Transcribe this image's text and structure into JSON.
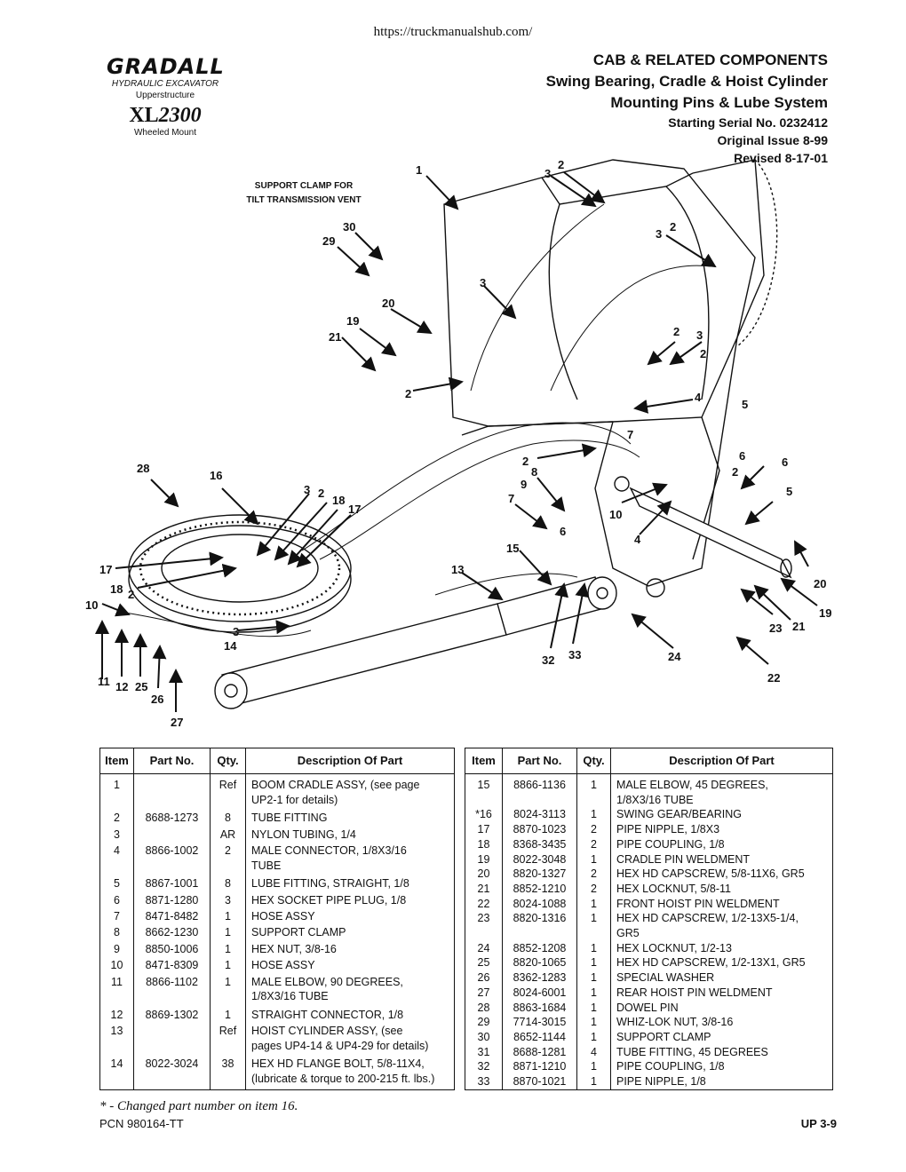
{
  "source_url": "https://truckmanualshub.com/",
  "brand": {
    "logo": "GRADALL",
    "type": "HYDRAULIC EXCAVATOR",
    "section": "Upperstructure",
    "model_prefix": "XL",
    "model_number": "2300",
    "mount": "Wheeled Mount"
  },
  "title": {
    "line1": "CAB & RELATED COMPONENTS",
    "line2": "Swing Bearing, Cradle & Hoist Cylinder",
    "line3": "Mounting Pins & Lube System",
    "serial": "Starting Serial No. 0232412",
    "issue": "Original Issue 8-99",
    "revised": "Revised  8-17-01"
  },
  "diagram": {
    "note_line1": "SUPPORT CLAMP FOR",
    "note_line2": "TILT TRANSMISSION VENT",
    "callouts": [
      "1",
      "2",
      "3",
      "3",
      "2",
      "30",
      "29",
      "3",
      "20",
      "19",
      "21",
      "2",
      "2",
      "3",
      "2",
      "4",
      "5",
      "7",
      "6",
      "6",
      "2",
      "5",
      "2",
      "8",
      "9",
      "7",
      "10",
      "6",
      "4",
      "28",
      "16",
      "3",
      "2",
      "18",
      "17",
      "17",
      "18",
      "2",
      "10",
      "15",
      "13",
      "3",
      "14",
      "11",
      "12",
      "25",
      "26",
      "27",
      "32",
      "33",
      "24",
      "20",
      "19",
      "23",
      "21",
      "22"
    ]
  },
  "table": {
    "headers": [
      "Item",
      "Part No.",
      "Qty.",
      "Description Of Part"
    ],
    "left": [
      {
        "item": "1",
        "part": "",
        "qty": "Ref",
        "desc": [
          "BOOM CRADLE ASSY, (see page",
          "UP2-1 for details)"
        ]
      },
      {
        "item": "2",
        "part": "8688-1273",
        "qty": "8",
        "desc": [
          "TUBE FITTING"
        ]
      },
      {
        "item": "3",
        "part": "",
        "qty": "AR",
        "desc": [
          "NYLON TUBING, 1/4"
        ]
      },
      {
        "item": "4",
        "part": "8866-1002",
        "qty": "2",
        "desc": [
          "MALE CONNECTOR, 1/8X3/16",
          "TUBE"
        ]
      },
      {
        "item": "5",
        "part": "8867-1001",
        "qty": "8",
        "desc": [
          "LUBE FITTING, STRAIGHT, 1/8"
        ]
      },
      {
        "item": "6",
        "part": "8871-1280",
        "qty": "3",
        "desc": [
          "HEX SOCKET PIPE PLUG, 1/8"
        ]
      },
      {
        "item": "7",
        "part": "8471-8482",
        "qty": "1",
        "desc": [
          "HOSE ASSY"
        ]
      },
      {
        "item": "8",
        "part": "8662-1230",
        "qty": "1",
        "desc": [
          "SUPPORT CLAMP"
        ]
      },
      {
        "item": "9",
        "part": "8850-1006",
        "qty": "1",
        "desc": [
          "HEX NUT, 3/8-16"
        ]
      },
      {
        "item": "10",
        "part": "8471-8309",
        "qty": "1",
        "desc": [
          "HOSE ASSY"
        ]
      },
      {
        "item": "11",
        "part": "8866-1102",
        "qty": "1",
        "desc": [
          "MALE ELBOW, 90 DEGREES,",
          "1/8X3/16 TUBE"
        ]
      },
      {
        "item": "12",
        "part": "8869-1302",
        "qty": "1",
        "desc": [
          "STRAIGHT CONNECTOR, 1/8"
        ]
      },
      {
        "item": "13",
        "part": "",
        "qty": "Ref",
        "desc": [
          "HOIST CYLINDER ASSY, (see",
          "pages UP4-14 & UP4-29 for details)"
        ]
      },
      {
        "item": "14",
        "part": "8022-3024",
        "qty": "38",
        "desc": [
          "HEX HD FLANGE BOLT, 5/8-11X4,",
          "(lubricate & torque to 200-215 ft. lbs.)"
        ]
      }
    ],
    "right": [
      {
        "item": "15",
        "part": "8866-1136",
        "qty": "1",
        "desc": [
          "MALE ELBOW, 45 DEGREES,",
          "1/8X3/16 TUBE"
        ]
      },
      {
        "item": "*16",
        "part": "8024-3113",
        "qty": "1",
        "desc": [
          "SWING GEAR/BEARING"
        ]
      },
      {
        "item": "17",
        "part": "8870-1023",
        "qty": "2",
        "desc": [
          "PIPE NIPPLE, 1/8X3"
        ]
      },
      {
        "item": "18",
        "part": "8368-3435",
        "qty": "2",
        "desc": [
          "PIPE COUPLING, 1/8"
        ]
      },
      {
        "item": "19",
        "part": "8022-3048",
        "qty": "1",
        "desc": [
          "CRADLE PIN WELDMENT"
        ]
      },
      {
        "item": "20",
        "part": "8820-1327",
        "qty": "2",
        "desc": [
          "HEX HD CAPSCREW, 5/8-11X6, GR5"
        ]
      },
      {
        "item": "21",
        "part": "8852-1210",
        "qty": "2",
        "desc": [
          "HEX LOCKNUT, 5/8-11"
        ]
      },
      {
        "item": "22",
        "part": "8024-1088",
        "qty": "1",
        "desc": [
          "FRONT HOIST PIN WELDMENT"
        ]
      },
      {
        "item": "23",
        "part": "8820-1316",
        "qty": "1",
        "desc": [
          "HEX HD CAPSCREW, 1/2-13X5-1/4,",
          "GR5"
        ]
      },
      {
        "item": "24",
        "part": "8852-1208",
        "qty": "1",
        "desc": [
          "HEX LOCKNUT, 1/2-13"
        ]
      },
      {
        "item": "25",
        "part": "8820-1065",
        "qty": "1",
        "desc": [
          "HEX HD CAPSCREW, 1/2-13X1, GR5"
        ]
      },
      {
        "item": "26",
        "part": "8362-1283",
        "qty": "1",
        "desc": [
          "SPECIAL WASHER"
        ]
      },
      {
        "item": "27",
        "part": "8024-6001",
        "qty": "1",
        "desc": [
          "REAR HOIST PIN WELDMENT"
        ]
      },
      {
        "item": "28",
        "part": "8863-1684",
        "qty": "1",
        "desc": [
          "DOWEL PIN"
        ]
      },
      {
        "item": "29",
        "part": "7714-3015",
        "qty": "1",
        "desc": [
          "WHIZ-LOK NUT, 3/8-16"
        ]
      },
      {
        "item": "30",
        "part": "8652-1144",
        "qty": "1",
        "desc": [
          "SUPPORT CLAMP"
        ]
      },
      {
        "item": "31",
        "part": "8688-1281",
        "qty": "4",
        "desc": [
          "TUBE FITTING, 45 DEGREES"
        ]
      },
      {
        "item": "32",
        "part": "8871-1210",
        "qty": "1",
        "desc": [
          "PIPE COUPLING, 1/8"
        ]
      },
      {
        "item": "33",
        "part": "8870-1021",
        "qty": "1",
        "desc": [
          "PIPE NIPPLE, 1/8"
        ]
      }
    ]
  },
  "footer": {
    "footnote": "* - Changed part number on item 16.",
    "pcn": "PCN 980164-TT",
    "page": "UP 3-9"
  }
}
